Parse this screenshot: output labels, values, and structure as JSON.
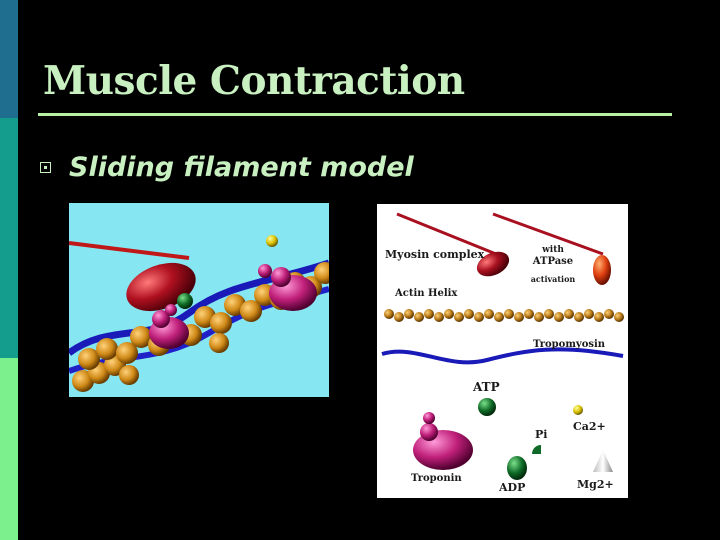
{
  "slide": {
    "title": "Muscle Contraction",
    "bullet": "Sliding filament model"
  },
  "figure": {
    "labels": {
      "myosin": "Myosin complex",
      "with": "with",
      "atpase": "ATPase",
      "activation": "activation",
      "actin": "Actin Helix",
      "tropomyosin": "Tropomyosin",
      "atp": "ATP",
      "pi": "Pi",
      "ca": "Ca2+",
      "troponin": "Troponin",
      "adp": "ADP",
      "mg": "Mg2+"
    }
  },
  "colors": {
    "background": "#000000",
    "title_text": "#c8f0c0",
    "strip_top": "#1f6e90",
    "strip_middle": "#149c8c",
    "strip_bottom": "#7cf08c"
  }
}
